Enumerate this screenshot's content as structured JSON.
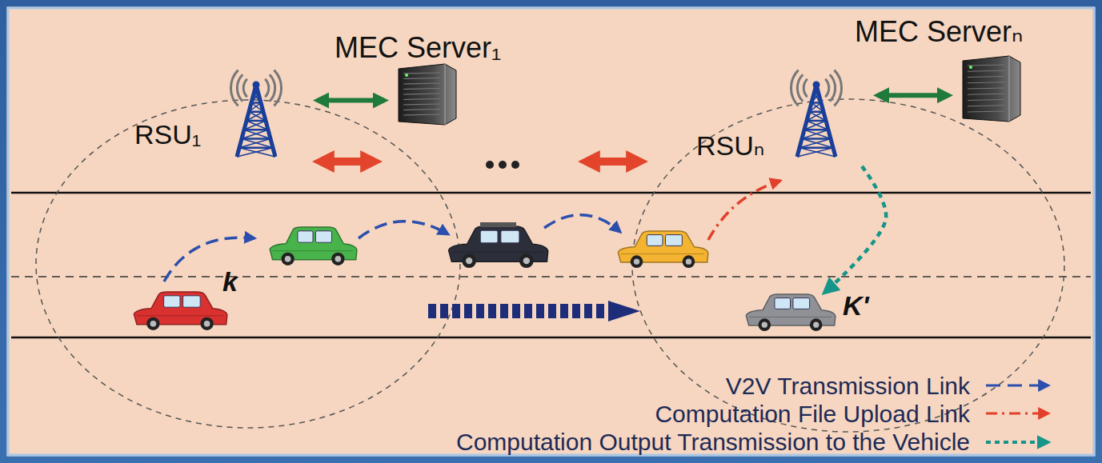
{
  "diagram": {
    "nodes": [
      {
        "text": [
          "MEC Server₁"
        ]
      },
      {
        "text": [
          "RSU₁"
        ]
      },
      {
        "text": [
          "MEC Serverₙ"
        ]
      },
      {
        "text": [
          "RSUₙ"
        ]
      },
      {
        "text": [
          "k"
        ]
      },
      {
        "text": [
          "K'"
        ]
      }
    ],
    "edges": [
      {
        "from": 1,
        "to": 0,
        "arrow": "both"
      },
      {
        "from": 3,
        "to": 2,
        "arrow": "both"
      },
      {
        "from": 1,
        "to": 3,
        "arrow": "both"
      },
      {
        "from": 3,
        "to": 5,
        "arrow": "to"
      }
    ],
    "legend": [
      {
        "text": "V2V Transmission Link"
      },
      {
        "text": "Computation File Upload Link"
      },
      {
        "text": "Computation Output Transmission to the Vehicle"
      }
    ]
  }
}
